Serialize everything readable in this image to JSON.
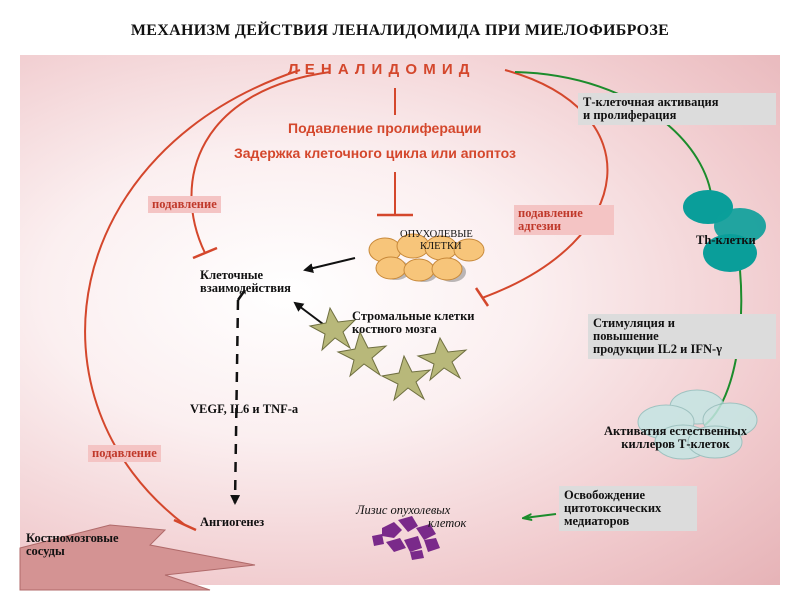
{
  "title": "МЕХАНИЗМ ДЕЙСТВИЯ ЛЕНАЛИДОМИДА ПРИ МИЕЛОФИБРОЗЕ",
  "drug": "Л Е Н А Л И Д О М И Д",
  "effects": {
    "line1": "Подавление пролиферации",
    "line2": "Задержка клеточного цикла или апоптоз"
  },
  "tumor_cells": {
    "line1": "ОПУХОЛЕВЫЕ",
    "line2": "КЛЕТКИ"
  },
  "stromal": {
    "line1": "Стромальные клетки",
    "line2": "костного мозга"
  },
  "interactions": {
    "line1": "Клеточные",
    "line2": "взаимодействия"
  },
  "cytokines": "VEGF, IL6 и TNF-a",
  "angiogenesis": "Ангиогенез",
  "vessels": {
    "line1": "Костномозговые",
    "line2": "сосуды"
  },
  "lysis": {
    "line1": "Лизис   опухолевых",
    "line2": "клеток"
  },
  "badges": {
    "suppression_top": "подавление",
    "suppression_adhesion_1": "подавление",
    "suppression_adhesion_2": "адгезии",
    "suppression_bottom": "подавление"
  },
  "t_activation": {
    "line1": "Т-клеточная активация",
    "line2": "и пролиферация"
  },
  "th_cells": "Th-клетки",
  "stimulation": {
    "line1": "Стимуляция и",
    "line2": "повышение",
    "line3": "продукции IL2 и IFN-γ"
  },
  "nk_activation": {
    "line1": "Активатия естественных",
    "line2": "киллеров Т-клеток"
  },
  "release": {
    "line1": "Освобождение",
    "line2": "цитотоксических",
    "line3": "медиаторов"
  },
  "colors": {
    "red": "#d4472c",
    "green": "#1c8c2c",
    "teal": "#0a9e9a",
    "tumor": "#f7c57a",
    "purple": "#7a2a8a",
    "badge_bg": "#f4c4c4"
  }
}
